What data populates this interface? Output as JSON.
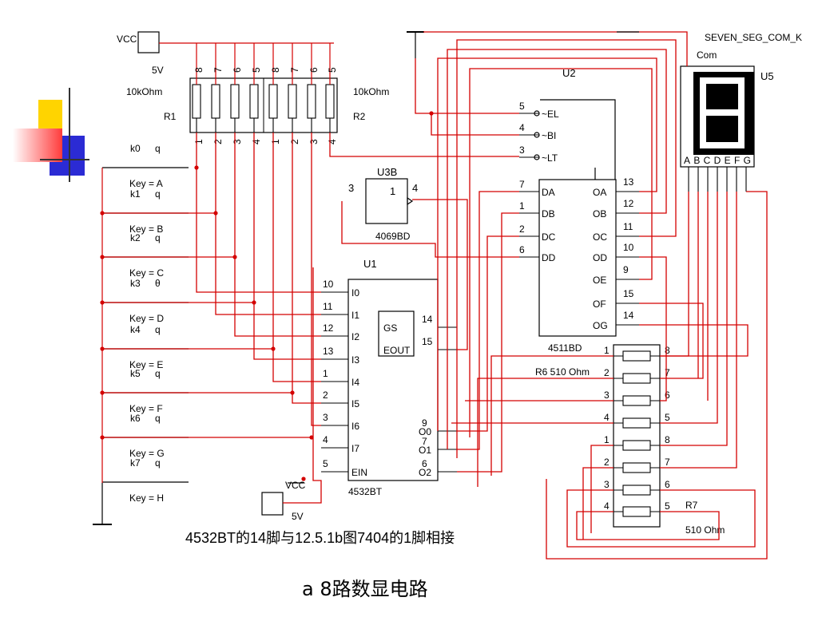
{
  "labels": {
    "vcc_top": "VCC",
    "v5_top": "5V",
    "vcc_bottom": "VCC",
    "v5_bottom": "5V",
    "r1_value": "10kOhm",
    "r1_name": "R1",
    "r2_value": "10kOhm",
    "r2_name": "R2",
    "u1_name": "U1",
    "u1_part": "4532BT",
    "u2_name": "U2",
    "u2_part": "4511BD",
    "u3_name": "U3B",
    "u3_part": "4069BD",
    "u5_name": "U5",
    "u5_part": "SEVEN_SEG_COM_K",
    "u5_com": "Com",
    "u5_pins": "ABCDEFG",
    "r6_label": "R6 510 Ohm",
    "r7_name": "R7",
    "r7_value": "510 Ohm"
  },
  "resistor_pins_top": [
    "8",
    "7",
    "6",
    "5",
    "8",
    "7",
    "6",
    "5"
  ],
  "resistor_pins_bottom": [
    "1",
    "2",
    "3",
    "4",
    "1",
    "2",
    "3",
    "4"
  ],
  "switches": [
    {
      "k": "k0",
      "sym": "q",
      "key": "Key = A"
    },
    {
      "k": "k1",
      "sym": "q",
      "key": "Key = B"
    },
    {
      "k": "k2",
      "sym": "q",
      "key": "Key = C"
    },
    {
      "k": "k3",
      "sym": "θ",
      "key": "Key = D"
    },
    {
      "k": "k4",
      "sym": "q",
      "key": "Key = E"
    },
    {
      "k": "k5",
      "sym": "q",
      "key": "Key = F"
    },
    {
      "k": "k6",
      "sym": "q",
      "key": "Key = G"
    },
    {
      "k": "k7",
      "sym": "q",
      "key": "Key = H"
    }
  ],
  "u1_inputs": [
    "I0",
    "I1",
    "I2",
    "I3",
    "I4",
    "I5",
    "I6",
    "I7",
    "EIN"
  ],
  "u1_input_pins": [
    "10",
    "11",
    "12",
    "13",
    "1",
    "2",
    "3",
    "4",
    "5"
  ],
  "u1_outputs": {
    "gs": "GS",
    "eout": "EOUT",
    "o0": "O0",
    "o1": "O1",
    "o2": "O2"
  },
  "u1_output_pins": {
    "gs": "14",
    "eout": "15",
    "o0": "9",
    "o1": "7",
    "o2": "6"
  },
  "u2_inputs": [
    "~EL",
    "~BI",
    "~LT",
    "DA",
    "DB",
    "DC",
    "DD"
  ],
  "u2_input_pins": [
    "5",
    "4",
    "3",
    "7",
    "1",
    "2",
    "6"
  ],
  "u2_outputs": [
    "OA",
    "OB",
    "OC",
    "OD",
    "OE",
    "OF",
    "OG"
  ],
  "u2_output_pins": [
    "13",
    "12",
    "11",
    "10",
    "9",
    "15",
    "14"
  ],
  "u3_pins": {
    "in": "3",
    "out": "4",
    "inner": "1"
  },
  "r6_left": [
    "1",
    "2",
    "3",
    "4"
  ],
  "r6_right": [
    "8",
    "7",
    "6",
    "5"
  ],
  "r7_left": [
    "1",
    "2",
    "3",
    "4"
  ],
  "r7_right": [
    "8",
    "7",
    "6",
    "5"
  ],
  "captions": {
    "note": "4532BT的14脚与12.5.1b图7404的1脚相接",
    "title": "a 8路数显电路"
  },
  "colors": {
    "wire": "#d40000",
    "line": "#000000",
    "yellow": "#ffd400",
    "red": "#ff3b3b",
    "blue": "#2b2bd4"
  }
}
